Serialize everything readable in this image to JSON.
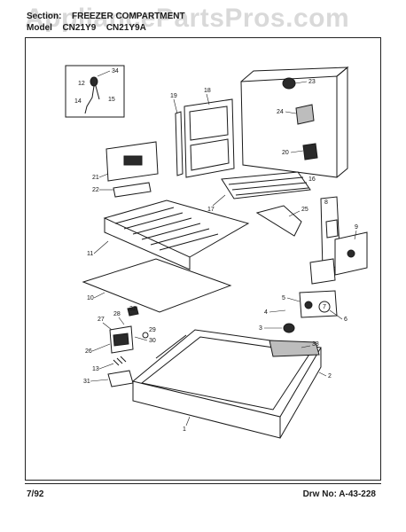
{
  "header": {
    "section_label": "Section:",
    "section_name": "FREEZER COMPARTMENT",
    "model_label": "Model",
    "model_1": "CN21Y9",
    "model_2": "CN21Y9A"
  },
  "watermark": "AppliancePartsPros.com",
  "footer": {
    "date": "7/92",
    "drawing_number": "Drw No: A-43-228"
  },
  "callouts": [
    "34",
    "12",
    "15",
    "14",
    "19",
    "18",
    "23",
    "24",
    "20",
    "21",
    "22",
    "16",
    "17",
    "8",
    "25",
    "11",
    "9",
    "10",
    "5",
    "4",
    "7",
    "6",
    "3",
    "32",
    "28",
    "27",
    "29",
    "30",
    "26",
    "33",
    "13",
    "31",
    "2",
    "1"
  ]
}
